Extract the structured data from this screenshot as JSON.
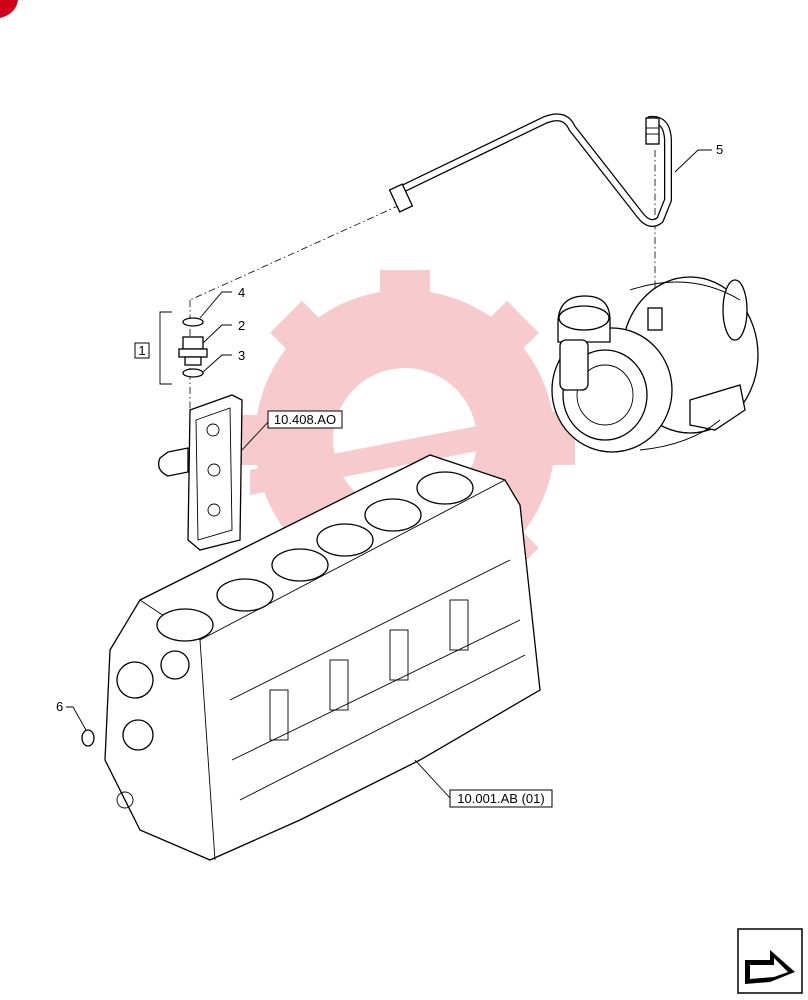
{
  "diagram": {
    "callouts": {
      "c1": "1",
      "c2": "2",
      "c3": "3",
      "c4": "4",
      "c5": "5",
      "c6": "6"
    },
    "references": {
      "ref_oil_cooler": "10.408.AO",
      "ref_engine_block": "10.001.AB (01)"
    },
    "watermark": {
      "color": "#f2a0a5",
      "text_color": "#cccccc"
    },
    "corner_badge": {
      "color": "#d0021b"
    },
    "nav": {
      "icon": "arrow-icon"
    }
  }
}
